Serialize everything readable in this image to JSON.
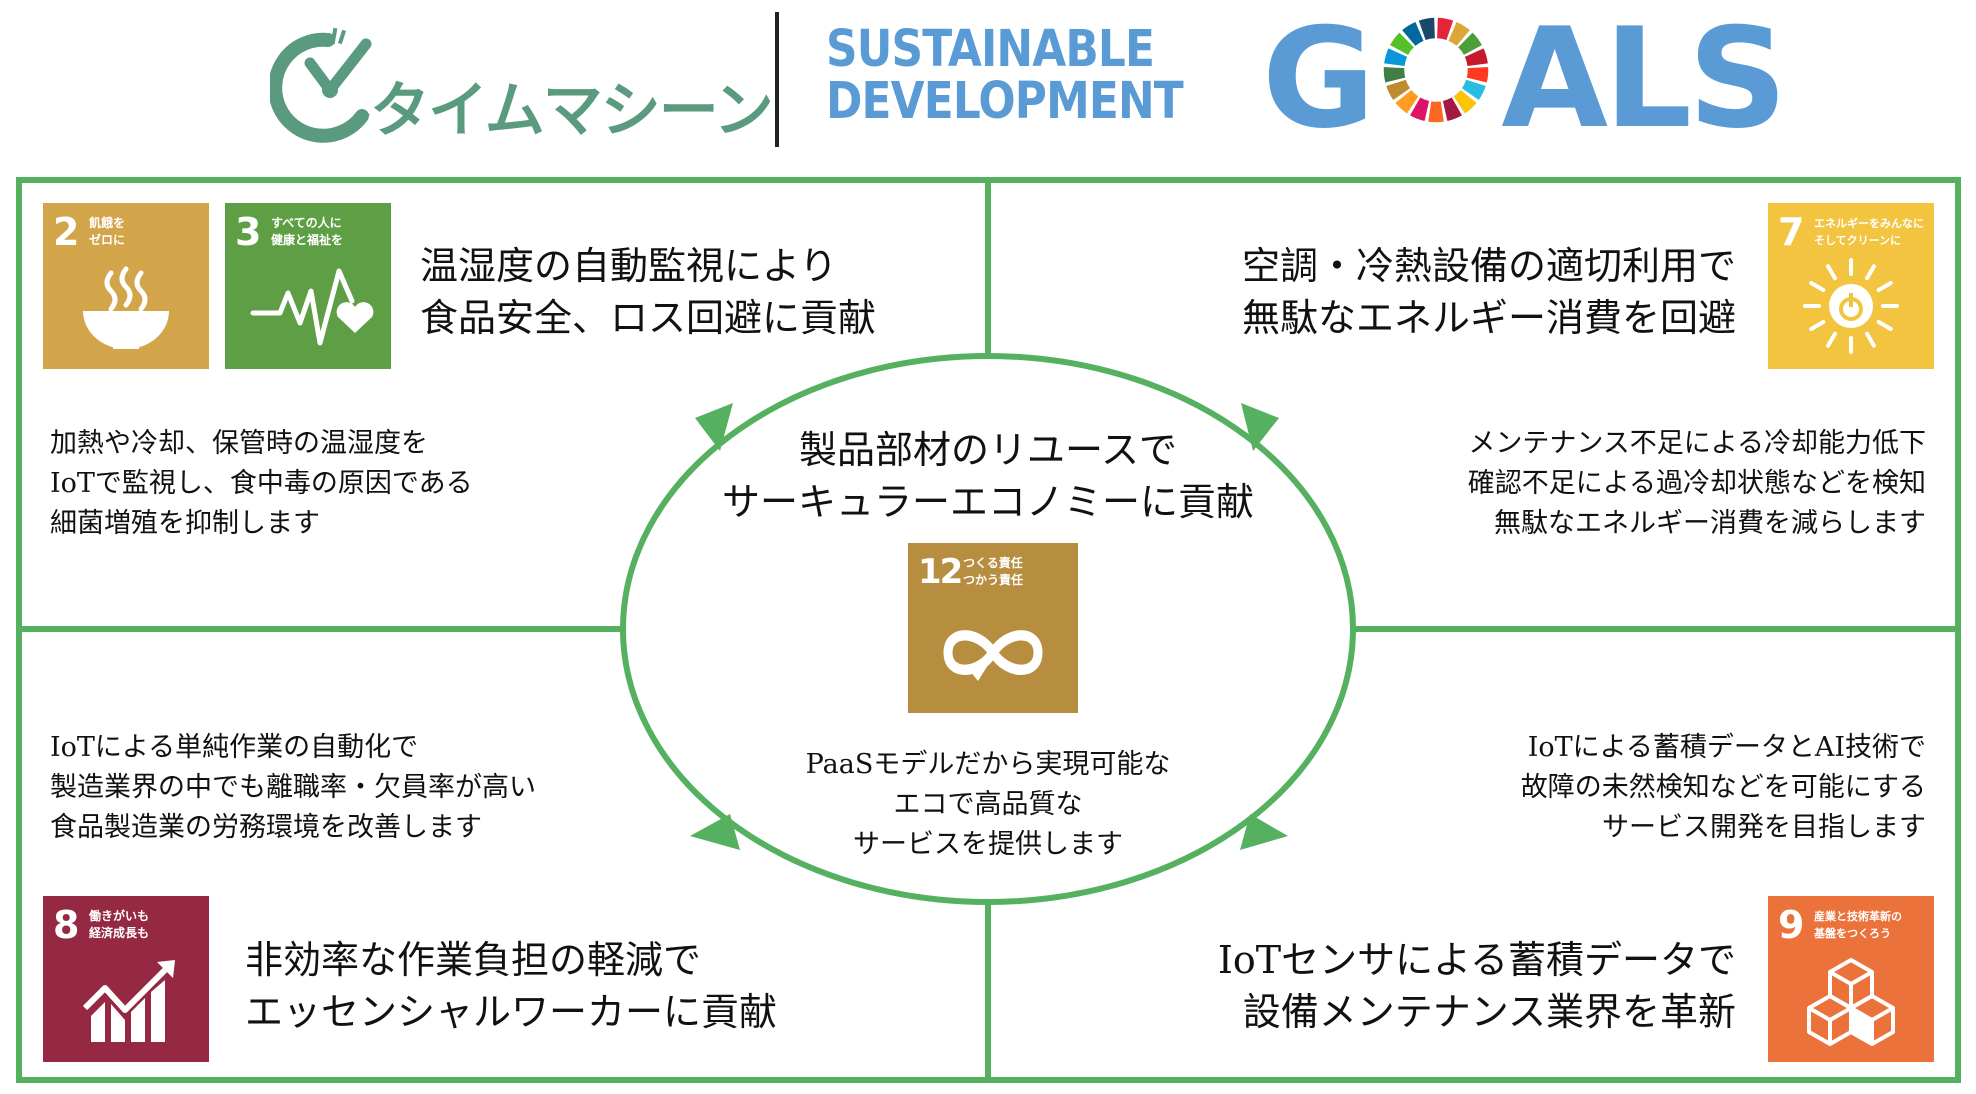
{
  "header": {
    "company_logo_text": "タイムマシーン",
    "sdg_logo": {
      "line1": "SUSTAINABLE",
      "line2": "DEVELOPMENT",
      "goals_prefix": "G",
      "goals_suffix": "ALS"
    }
  },
  "colors": {
    "frame_green": "#55b05f",
    "company_green": "#5a9a7e",
    "sdg_blue": "#5a9bd5",
    "goal2": "#d3a54a",
    "goal3": "#5e9e45",
    "goal7": "#f2c440",
    "goal8": "#952843",
    "goal9": "#ec723c",
    "goal12": "#b78e3f"
  },
  "center": {
    "heading": "製品部材のリユースで\nサーキュラーエコノミーに貢献",
    "goal": {
      "number": "12",
      "label": "つくる責任\nつかう責任",
      "icon": "infinity-icon"
    },
    "body": "PaaSモデルだから実現可能な\nエコで高品質な\nサービスを提供します"
  },
  "quadrants": {
    "top_left": {
      "goals": [
        {
          "number": "2",
          "label": "飢餓を\nゼロに",
          "icon": "bowl-icon"
        },
        {
          "number": "3",
          "label": "すべての人に\n健康と福祉を",
          "icon": "heartbeat-icon"
        }
      ],
      "heading": "温湿度の自動監視により\n食品安全、ロス回避に貢献",
      "body": "加熱や冷却、保管時の温湿度を\nIoTで監視し、食中毒の原因である\n細菌増殖を抑制します"
    },
    "top_right": {
      "goals": [
        {
          "number": "7",
          "label": "エネルギーをみんなに\nそしてクリーンに",
          "icon": "sun-power-icon"
        }
      ],
      "heading": "空調・冷熱設備の適切利用で\n無駄なエネルギー消費を回避",
      "body": "メンテナンス不足による冷却能力低下\n確認不足による過冷却状態などを検知\n無駄なエネルギー消費を減らします"
    },
    "bottom_left": {
      "goals": [
        {
          "number": "8",
          "label": "働きがいも\n経済成長も",
          "icon": "growth-chart-icon"
        }
      ],
      "heading": "非効率な作業負担の軽減で\nエッセンシャルワーカーに貢献",
      "body": "IoTによる単純作業の自動化で\n製造業界の中でも離職率・欠員率が高い\n食品製造業の労務環境を改善します"
    },
    "bottom_right": {
      "goals": [
        {
          "number": "9",
          "label": "産業と技術革新の\n基盤をつくろう",
          "icon": "cubes-icon"
        }
      ],
      "heading": "IoTセンサによる蓄積データで\n設備メンテナンス業界を革新",
      "body": "IoTによる蓄積データとAI技術で\n故障の未然検知などを可能にする\nサービス開発を目指します"
    }
  }
}
